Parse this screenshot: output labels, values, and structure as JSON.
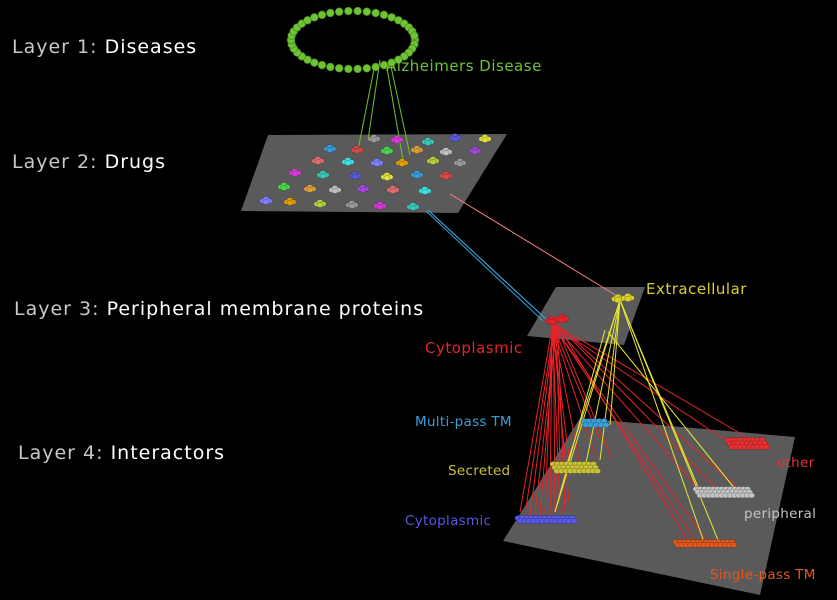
{
  "colors": {
    "background": "#000000",
    "plane": "#5a5a5a",
    "disease": "#6ec233",
    "extracellular": "#d8d22e",
    "cytoplasmic_l3": "#e8232a",
    "multipass": "#3a9fd8",
    "secreted": "#c8c236",
    "cytoplasmic_l4": "#5858ea",
    "other": "#e83232",
    "peripheral": "#c4c4c4",
    "singlepass": "#e05a1e"
  },
  "layers": [
    {
      "number": "Layer 1:",
      "name": "Diseases"
    },
    {
      "number": "Layer 2:",
      "name": "Drugs"
    },
    {
      "number": "Layer 3:",
      "name": "Peripheral membrane proteins"
    },
    {
      "number": "Layer 4:",
      "name": "Interactors"
    }
  ],
  "labels": {
    "disease": "Alzheimers Disease",
    "extracellular": "Extracellular",
    "cytoplasmic_l3": "Cytoplasmic",
    "multipass": "Multi-pass TM",
    "secreted": "Secreted",
    "cytoplasmic_l4": "Cytoplasmic",
    "other": "other",
    "peripheral": "peripheral",
    "singlepass": "Single-pass TM"
  }
}
